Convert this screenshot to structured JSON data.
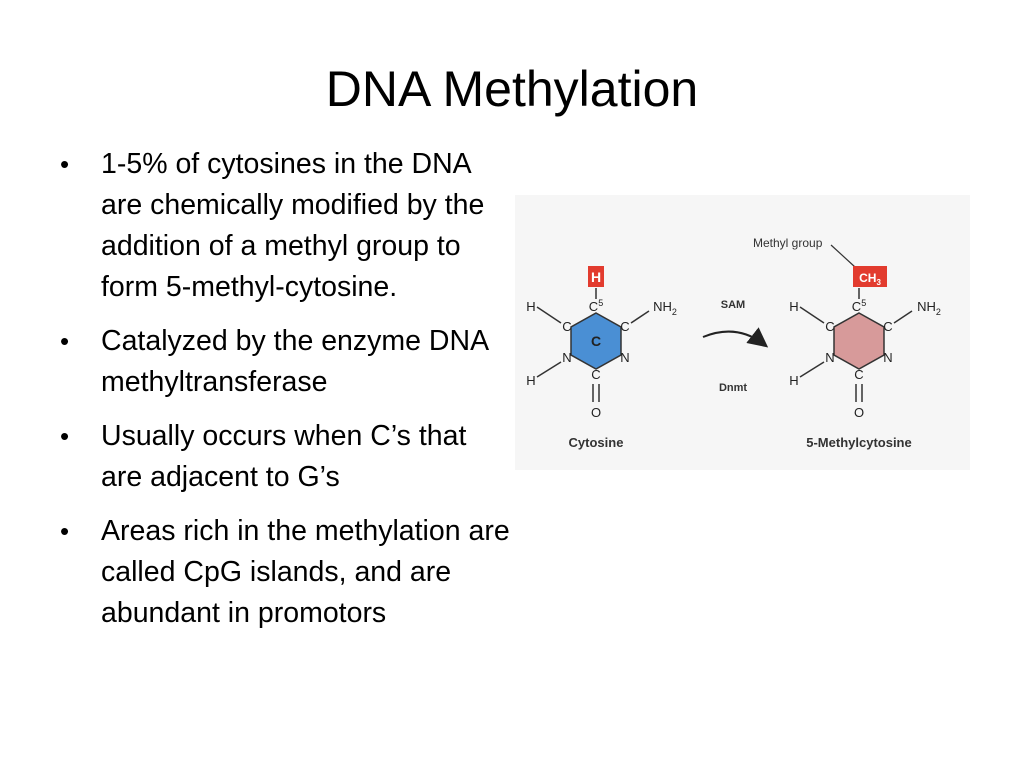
{
  "title": "DNA Methylation",
  "bullets": [
    "1-5% of cytosines in the DNA are chemically modified by the addition of a methyl group to form 5-methyl-cytosine.",
    "Catalyzed by the enzyme DNA methyltransferase",
    "Usually occurs when C’s that are adjacent to G’s",
    "Areas rich in the methylation are called CpG islands, and are abundant in promotors"
  ],
  "diagram": {
    "methyl_group_label": "Methyl group",
    "ch3_label": "CH3",
    "h_top_label": "H",
    "sam_label": "SAM",
    "dnmt_label": "Dnmt",
    "cytosine_label": "Cytosine",
    "methylcytosine_label": "5-Methylcytosine",
    "ring_center_label": "C",
    "c5_label": "C5",
    "nh2_label": "NH2",
    "colors": {
      "cytosine_ring": "#4a8fd4",
      "methylcytosine_ring": "#d79a9a",
      "methyl_box": "#e23b2e"
    }
  }
}
